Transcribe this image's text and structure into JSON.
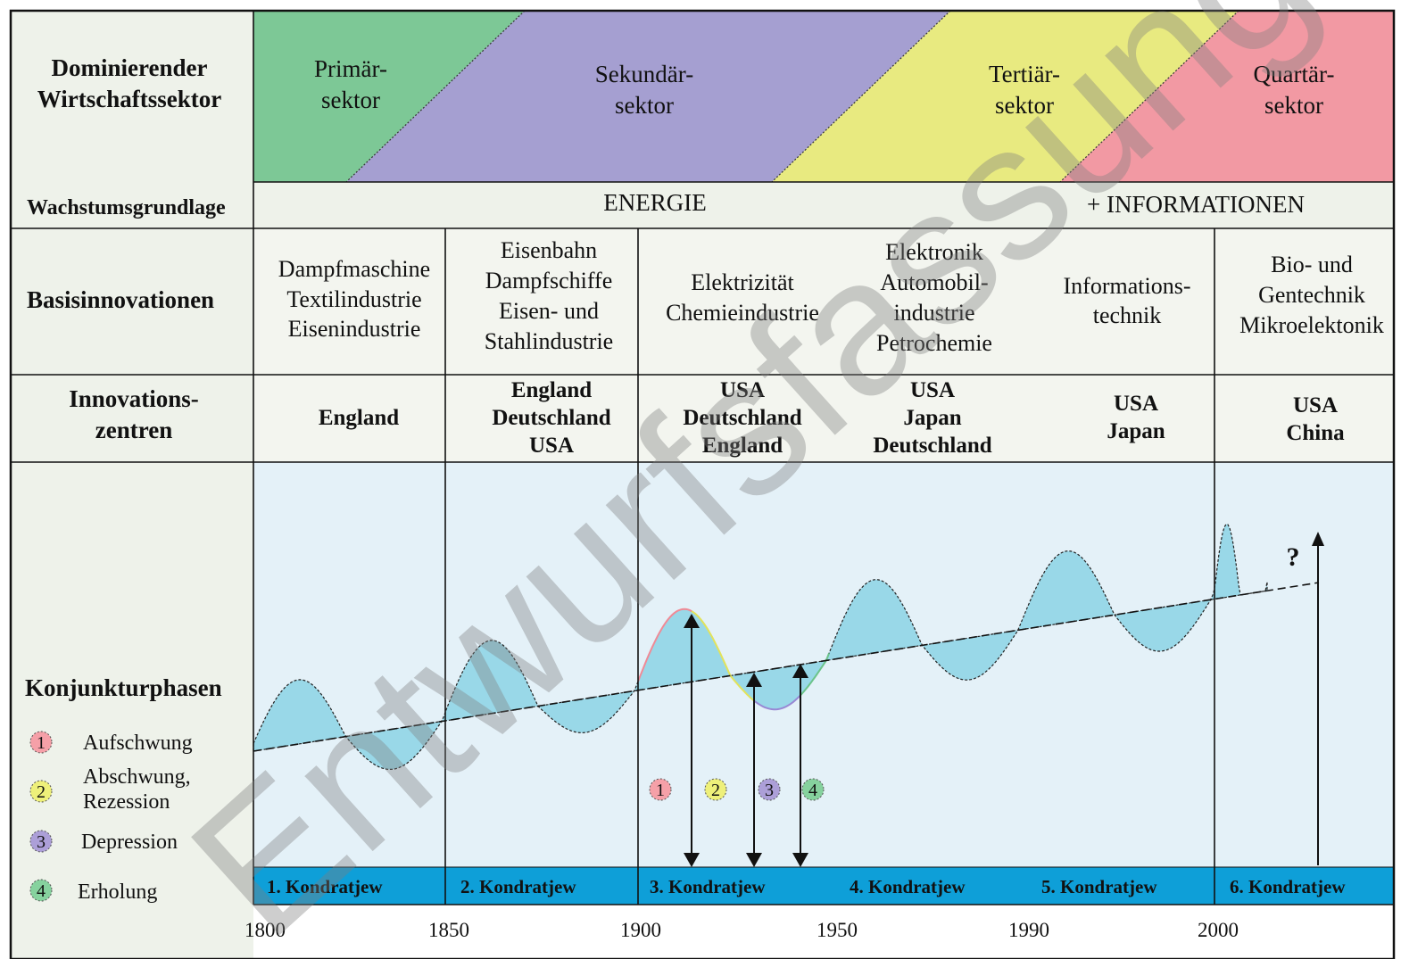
{
  "rows": {
    "sector": [
      "Dominierender",
      "Wirtschaftssektor"
    ],
    "growth": "Wachstumsgrundlage",
    "basis": "Basisinnovationen",
    "centers": [
      "Innovations-",
      "zentren"
    ],
    "phases": "Konjunkturphasen"
  },
  "sectors": [
    {
      "lines": [
        "Primär-",
        "sektor"
      ],
      "color": "#7dc896"
    },
    {
      "lines": [
        "Sekundär-",
        "sektor"
      ],
      "color": "#a59fd1"
    },
    {
      "lines": [
        "Tertiär-",
        "sektor"
      ],
      "color": "#e8ea80"
    },
    {
      "lines": [
        "Quartär-",
        "sektor"
      ],
      "color": "#f299a3"
    }
  ],
  "growth_basis": {
    "energy": "ENERGIE",
    "info": "+ INFORMATIONEN"
  },
  "innovations": [
    [
      "Dampfmaschine",
      "Textilindustrie",
      "Eisenindustrie"
    ],
    [
      "Eisenbahn",
      "Dampfschiffe",
      "Eisen- und",
      "Stahlindustrie"
    ],
    [
      "Elektrizität",
      "Chemieindustrie"
    ],
    [
      "Elektronik",
      "Automobil-",
      "industrie",
      "Petrochemie"
    ],
    [
      "Informations-",
      "technik"
    ],
    [
      "Bio- und",
      "Gentechnik",
      "Mikroelektonik"
    ]
  ],
  "centers": [
    [
      "England"
    ],
    [
      "England",
      "Deutschland",
      "USA"
    ],
    [
      "USA",
      "Deutschland",
      "England"
    ],
    [
      "USA",
      "Japan",
      "Deutschland"
    ],
    [
      "USA",
      "Japan"
    ],
    [
      "USA",
      "China"
    ]
  ],
  "legend": [
    {
      "num": "1",
      "text": [
        "Aufschwung"
      ],
      "color": "#f5a0a8"
    },
    {
      "num": "2",
      "text": [
        "Abschwung,",
        "Rezession"
      ],
      "color": "#eef07a"
    },
    {
      "num": "3",
      "text": [
        "Depression"
      ],
      "color": "#ac9fd8"
    },
    {
      "num": "4",
      "text": [
        "Erholung"
      ],
      "color": "#86d29e"
    }
  ],
  "phase_markers": [
    "1",
    "2",
    "3",
    "4"
  ],
  "question_mark": "?",
  "kondratjew": [
    "1. Kondratjew",
    "2. Kondratjew",
    "3. Kondratjew",
    "4. Kondratjew",
    "5. Kondratjew",
    "6. Kondratjew"
  ],
  "years": [
    "1800",
    "1850",
    "1900",
    "1950",
    "1990",
    "2000"
  ],
  "watermark": "Entwurfsfassung",
  "colors": {
    "wave_fill": "#99d8e8",
    "chart_bg": "#e4f1f8",
    "kond_bar": "#0e9fd8",
    "label_bg": "#eef2ea"
  }
}
